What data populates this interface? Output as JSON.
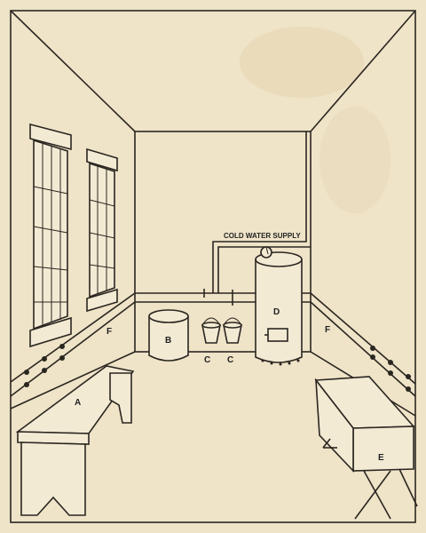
{
  "labels": {
    "cold_water_supply": "COLD WATER SUPPLY",
    "bench": "A",
    "barrel": "B",
    "pails_left": "C",
    "pails_right": "C",
    "heater": "D",
    "trough": "E",
    "pipe_left": "F",
    "pipe_right": "F"
  },
  "colors": {
    "paper": "#efe3c8",
    "ink": "#2a2620"
  }
}
